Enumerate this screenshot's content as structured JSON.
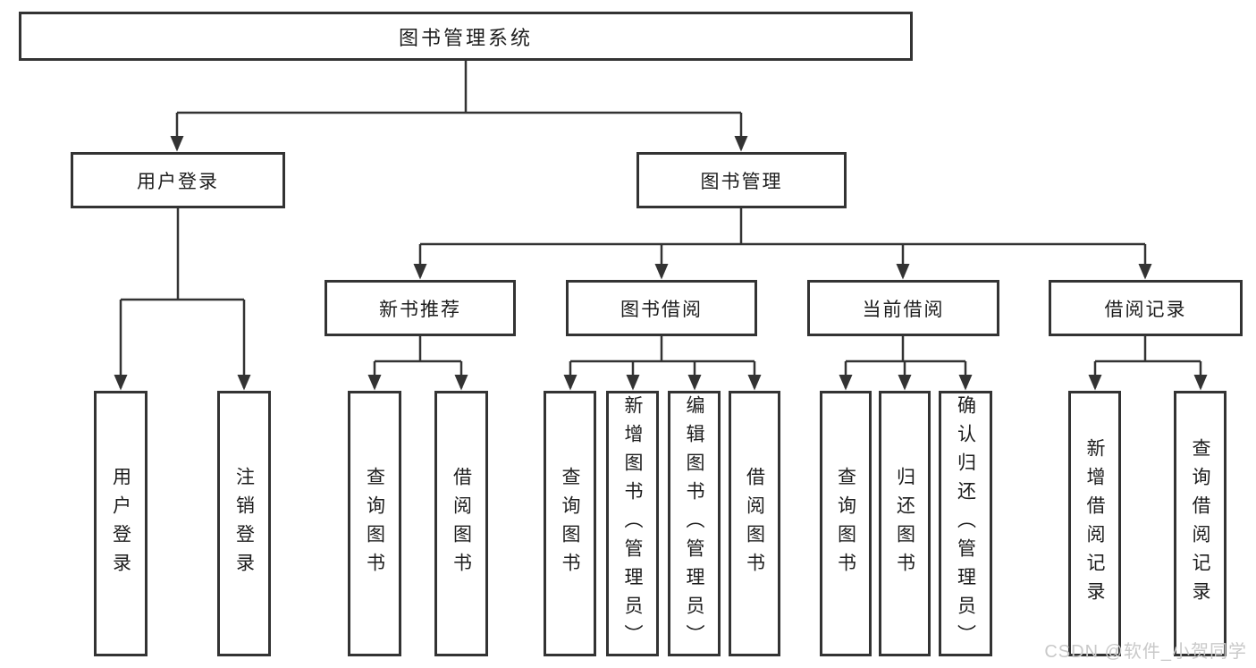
{
  "diagram": {
    "root": "图书管理系统",
    "branches": [
      {
        "label": "用户登录",
        "children": [
          {
            "label": "用户登录"
          },
          {
            "label": "注销登录"
          }
        ]
      },
      {
        "label": "图书管理",
        "children": [
          {
            "label": "新书推荐",
            "children": [
              {
                "label": "查询图书"
              },
              {
                "label": "借阅图书"
              }
            ]
          },
          {
            "label": "图书借阅",
            "children": [
              {
                "label": "查询图书"
              },
              {
                "label": "新增图书（管理员）"
              },
              {
                "label": "编辑图书（管理员）"
              },
              {
                "label": "借阅图书"
              }
            ]
          },
          {
            "label": "当前借阅",
            "children": [
              {
                "label": "查询图书"
              },
              {
                "label": "归还图书"
              },
              {
                "label": "确认归还（管理员）"
              }
            ]
          },
          {
            "label": "借阅记录",
            "children": [
              {
                "label": "新增借阅记录"
              },
              {
                "label": "查询借阅记录"
              }
            ]
          }
        ]
      }
    ]
  },
  "watermark": "CSDN @软件_小贺同学",
  "colors": {
    "line": "#333333",
    "text": "#1d1d1d",
    "box_background": "#ffffff",
    "watermark": "#c9c9c9",
    "background": "#ffffff"
  }
}
